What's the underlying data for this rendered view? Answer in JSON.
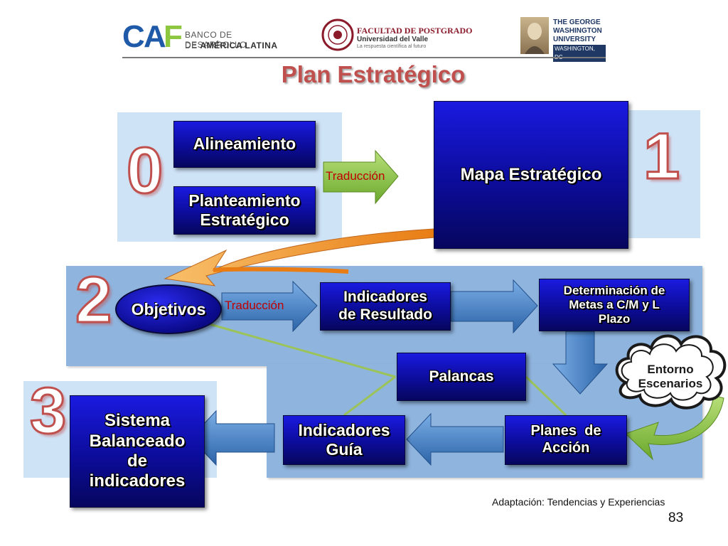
{
  "header": {
    "caf": {
      "mark": "CAF",
      "line1": "BANCO DE DESARROLLO",
      "line2_prefix": "DE ",
      "line2_bold": "AMÉRICA LATINA"
    },
    "univalle": {
      "title": "FACULTAD DE POSTGRADO",
      "subtitle": "Universidad del Valle",
      "tagline": "La respuesta científica al futuro"
    },
    "gwu": {
      "line1": "THE GEORGE",
      "line2": "WASHINGTON",
      "line3": "UNIVERSITY",
      "line4": "WASHINGTON, DC"
    }
  },
  "title": "Plan Estratégico",
  "stages": {
    "s0": "0",
    "s1": "1",
    "s2": "2",
    "s3": "3"
  },
  "boxes": {
    "alineamiento": "Alineamiento",
    "planteamiento_l1": "Planteamiento",
    "planteamiento_l2": "Estratégico",
    "mapa": "Mapa Estratégico",
    "objetivos": "Objetivos",
    "ind_resultado_l1": "Indicadores",
    "ind_resultado_l2": "de Resultado",
    "metas_l1": "Determinación de",
    "metas_l2": "Metas a C/M y L",
    "metas_l3": "Plazo",
    "palancas": "Palancas",
    "entorno_l1": "Entorno",
    "entorno_l2": "Escenarios",
    "sistema_l1": "Sistema",
    "sistema_l2": "Balanceado",
    "sistema_l3": "de",
    "sistema_l4": "indicadores",
    "ind_guia_l1": "Indicadores",
    "ind_guia_l2": "Guía",
    "planes_l1": "Planes  de",
    "planes_l2": "Acción"
  },
  "arrows": {
    "traduccion_1": "Traducción",
    "traduccion_2": "Traducción"
  },
  "footer": {
    "source": "Adaptación: Tendencias y Experiencias",
    "page": "83"
  },
  "colors": {
    "navy": "#0c0c9a",
    "panel": "#cfe3f7",
    "panel2": "#8fb4de",
    "title": "#c0504d",
    "accent_red": "#c00000",
    "arrow_green": "#8dc63f",
    "arrow_orange": "#f39a2b",
    "arrow_blue": "#4a86c8"
  }
}
